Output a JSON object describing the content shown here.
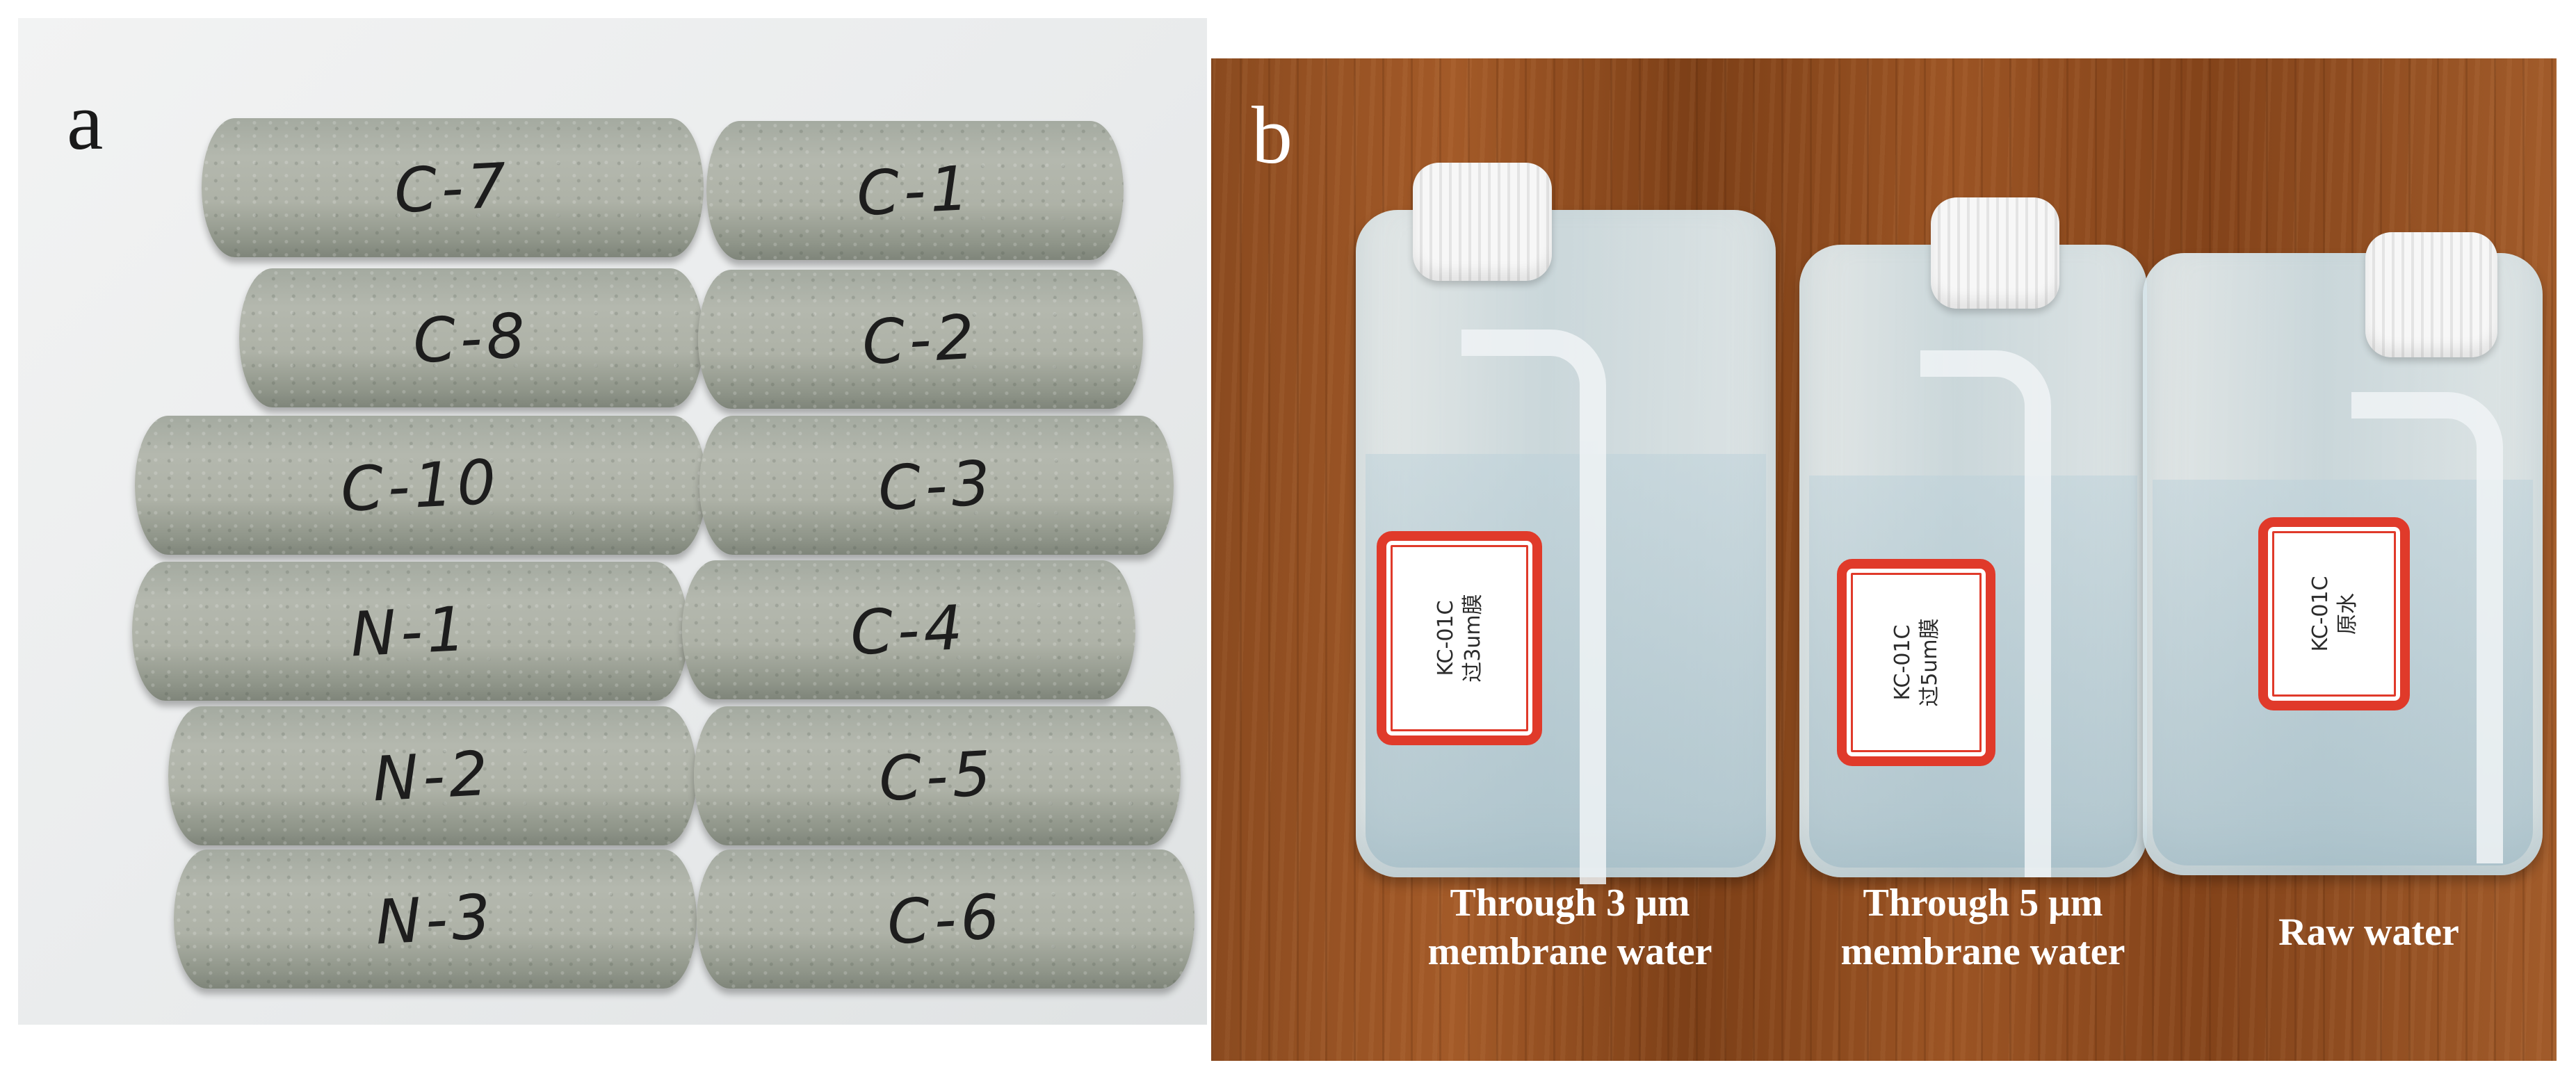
{
  "panels": {
    "a": {
      "letter": "a",
      "cores": [
        "C-7",
        "C-1",
        "C-8",
        "C-2",
        "C-10",
        "C-3",
        "N-1",
        "C-4",
        "N-2",
        "C-5",
        "N-3",
        "C-6"
      ]
    },
    "b": {
      "letter": "b",
      "bottles": [
        {
          "label_line1": "KC-01C",
          "label_line2": "过3um膜",
          "caption_line1": "Through 3 μm",
          "caption_line2": "membrane water"
        },
        {
          "label_line1": "KC-01C",
          "label_line2": "过5um膜",
          "caption_line1": "Through 5 μm",
          "caption_line2": "membrane water"
        },
        {
          "label_line1": "KC-01C",
          "label_line2": "原水",
          "caption_line1": "Raw water",
          "caption_line2": ""
        }
      ]
    }
  },
  "colors": {
    "label_border": "#e03a2a",
    "wood": "#8a4a1f",
    "core_stone": "#aeb2a7"
  }
}
